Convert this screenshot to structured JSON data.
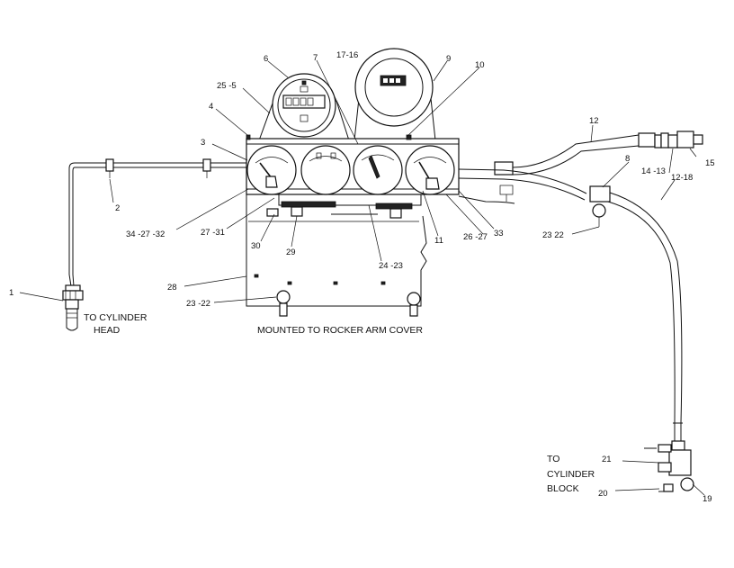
{
  "captions": {
    "cylinder_head": [
      "TO CYLINDER",
      "HEAD"
    ],
    "mounting": "MOUNTED TO ROCKER ARM COVER",
    "cylinder_block": [
      "TO",
      "CYLINDER",
      "BLOCK"
    ]
  },
  "callouts": {
    "c1": "1",
    "c2": "2",
    "c3": "3",
    "c4": "4",
    "c6": "6",
    "c7": "7",
    "c8": "8",
    "c9": "9",
    "c10": "10",
    "c11": "11",
    "c12": "12",
    "c12_18": "12-18",
    "c14_13": "14 -13",
    "c15": "15",
    "c17_16": "17-16",
    "c19": "19",
    "c20": "20",
    "c21": "21",
    "c23_22_right": "23  22",
    "c23_22_bottom": "23 -22",
    "c24_23": "24 -23",
    "c25_5": "25 -5",
    "c26_27": "26 -27",
    "c27_31": "27 -31",
    "c28": "28",
    "c29": "29",
    "c30": "30",
    "c33": "33",
    "c34_27_32": "34  -27  -32"
  }
}
